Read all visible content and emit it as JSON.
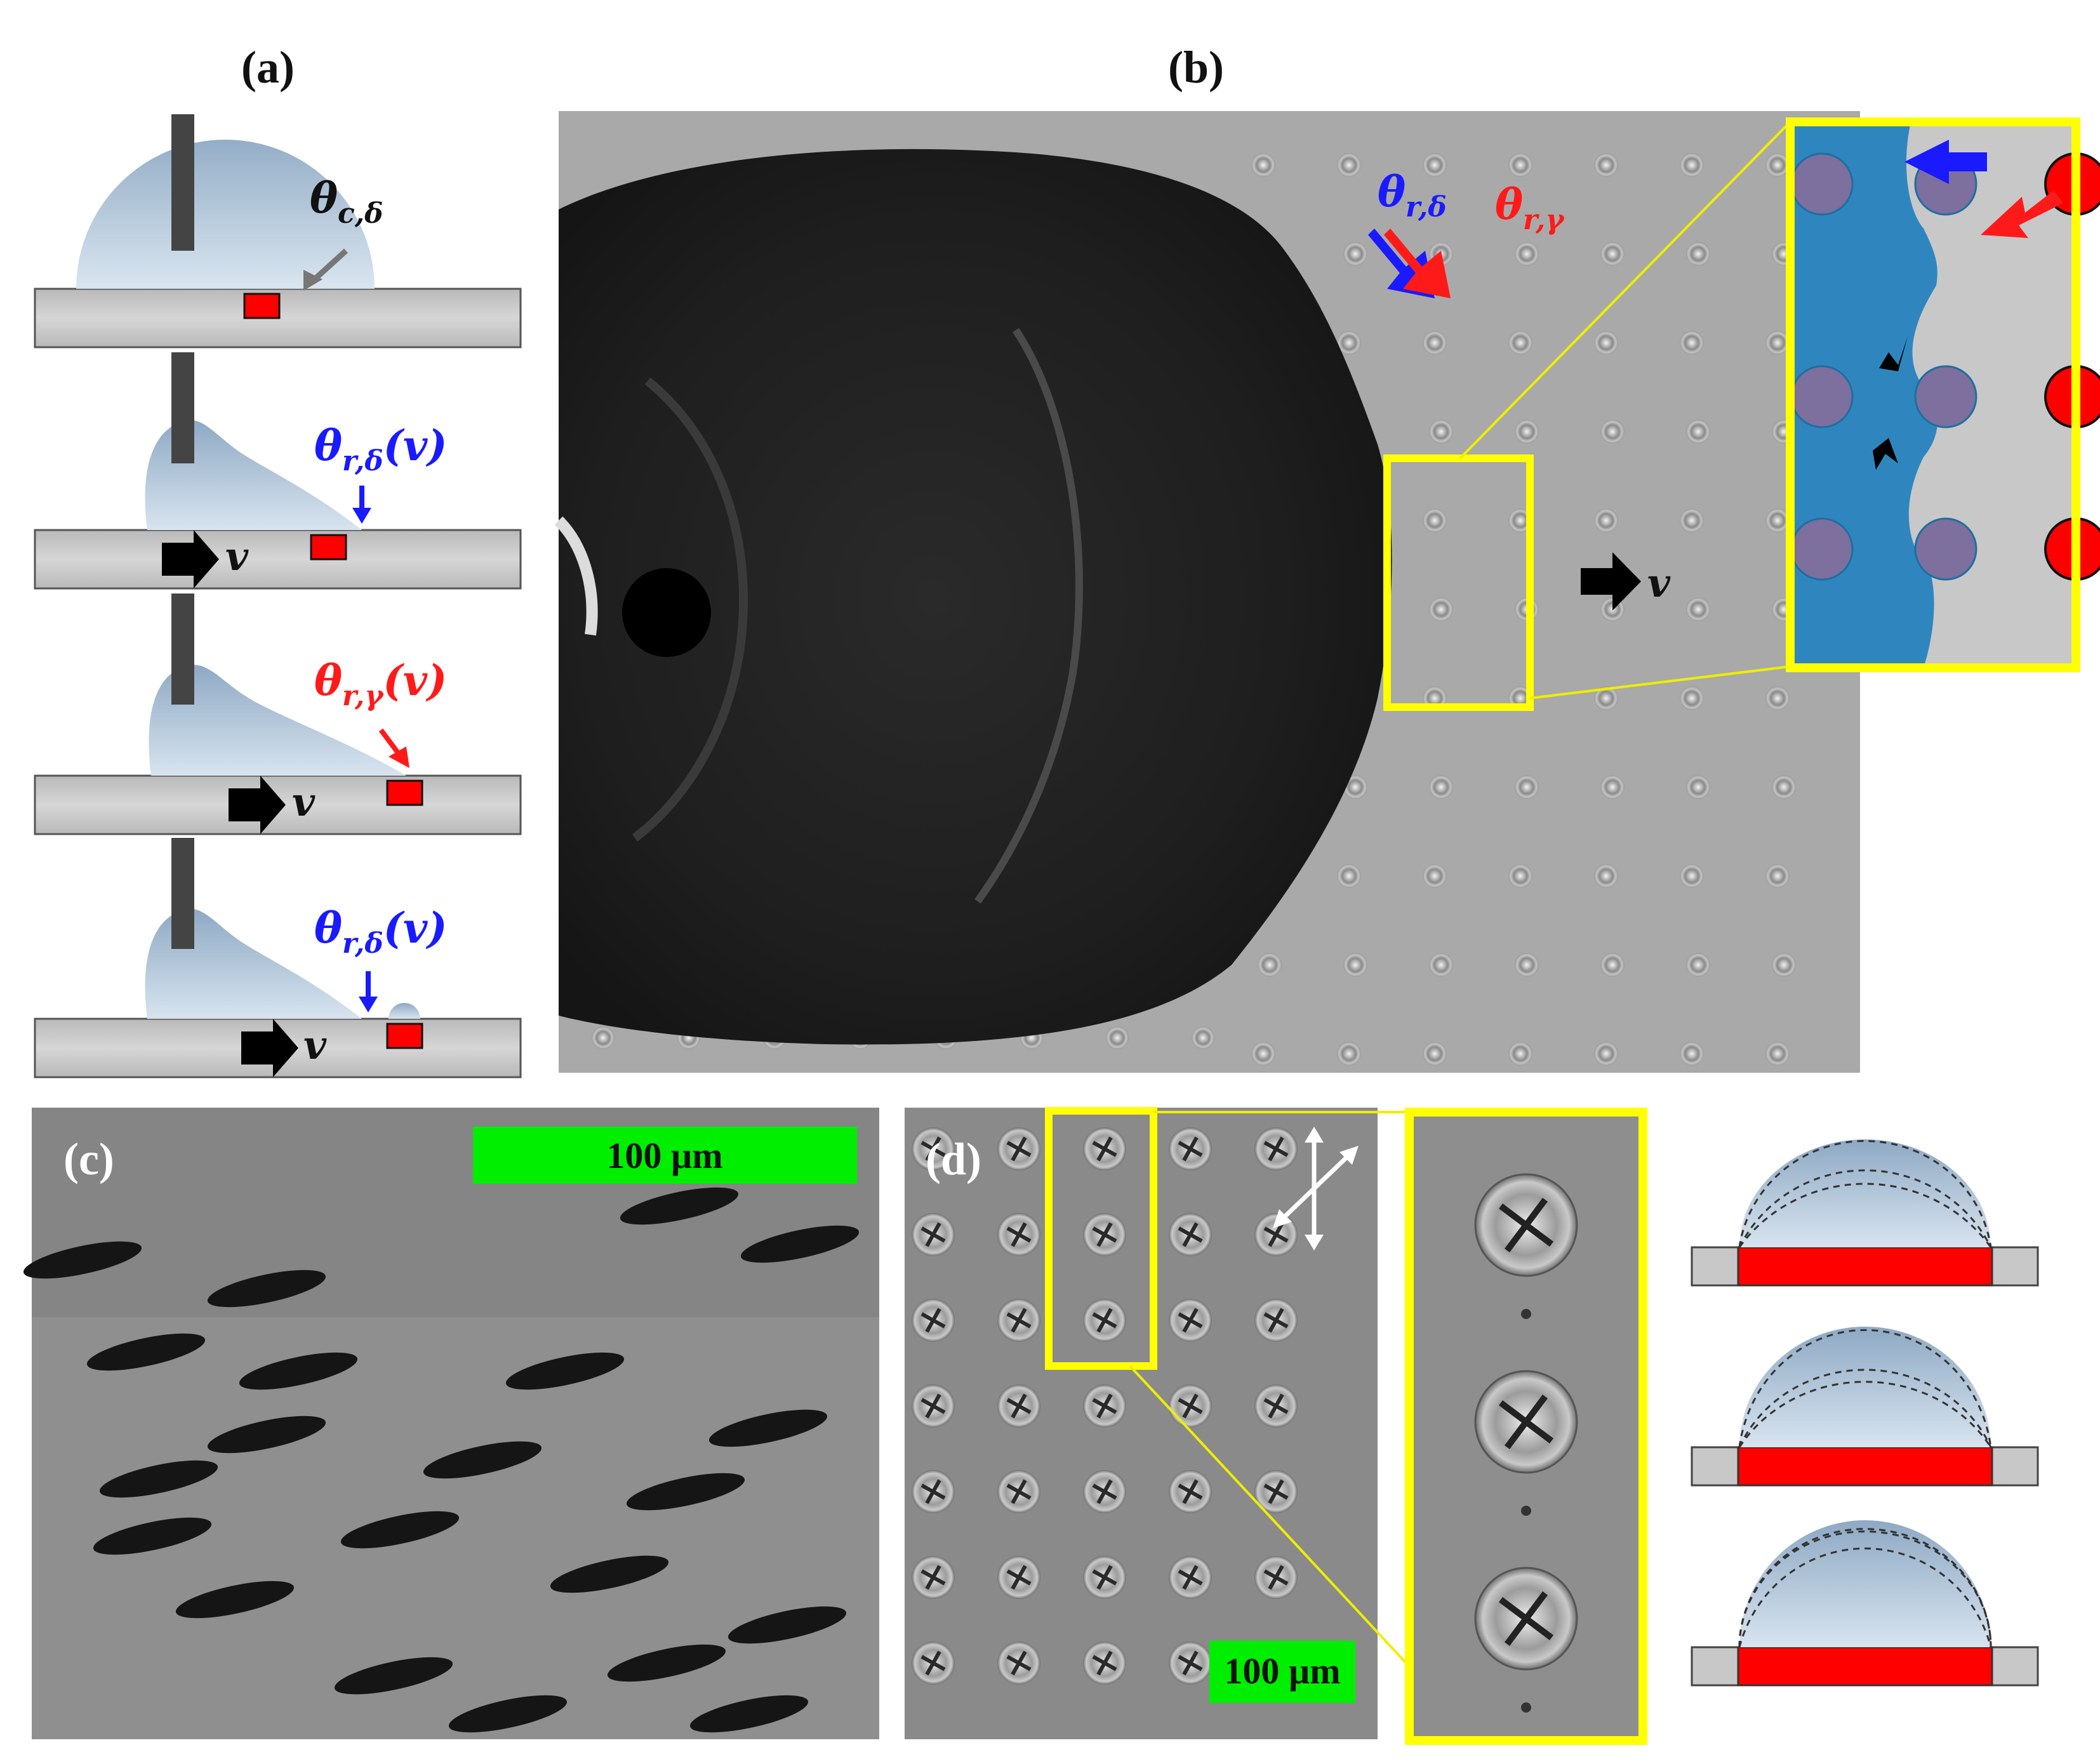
{
  "panels": {
    "a": "(a)",
    "b": "(b)",
    "c": "(c)",
    "d": "(d)"
  },
  "labels": {
    "theta_symbol": "θ",
    "theta_c_sub": "c,δ",
    "theta_r_delta_sub": "r,δ",
    "theta_r_gamma_sub": "r,γ",
    "arg_v": "(v)",
    "velocity": "v"
  },
  "scale_bars": {
    "c": "100 µm",
    "d": "100 µm"
  },
  "colors": {
    "substrate": "#c8c8c8",
    "pinning_site": "#ff0000",
    "droplet": "#a9bfd6",
    "delta_label": "#1a1aff",
    "gamma_label": "#ff1a1a",
    "highlight_box": "#ffff00",
    "scale_bar": "#00ee00",
    "liquid_inset": "#2f86bf"
  }
}
